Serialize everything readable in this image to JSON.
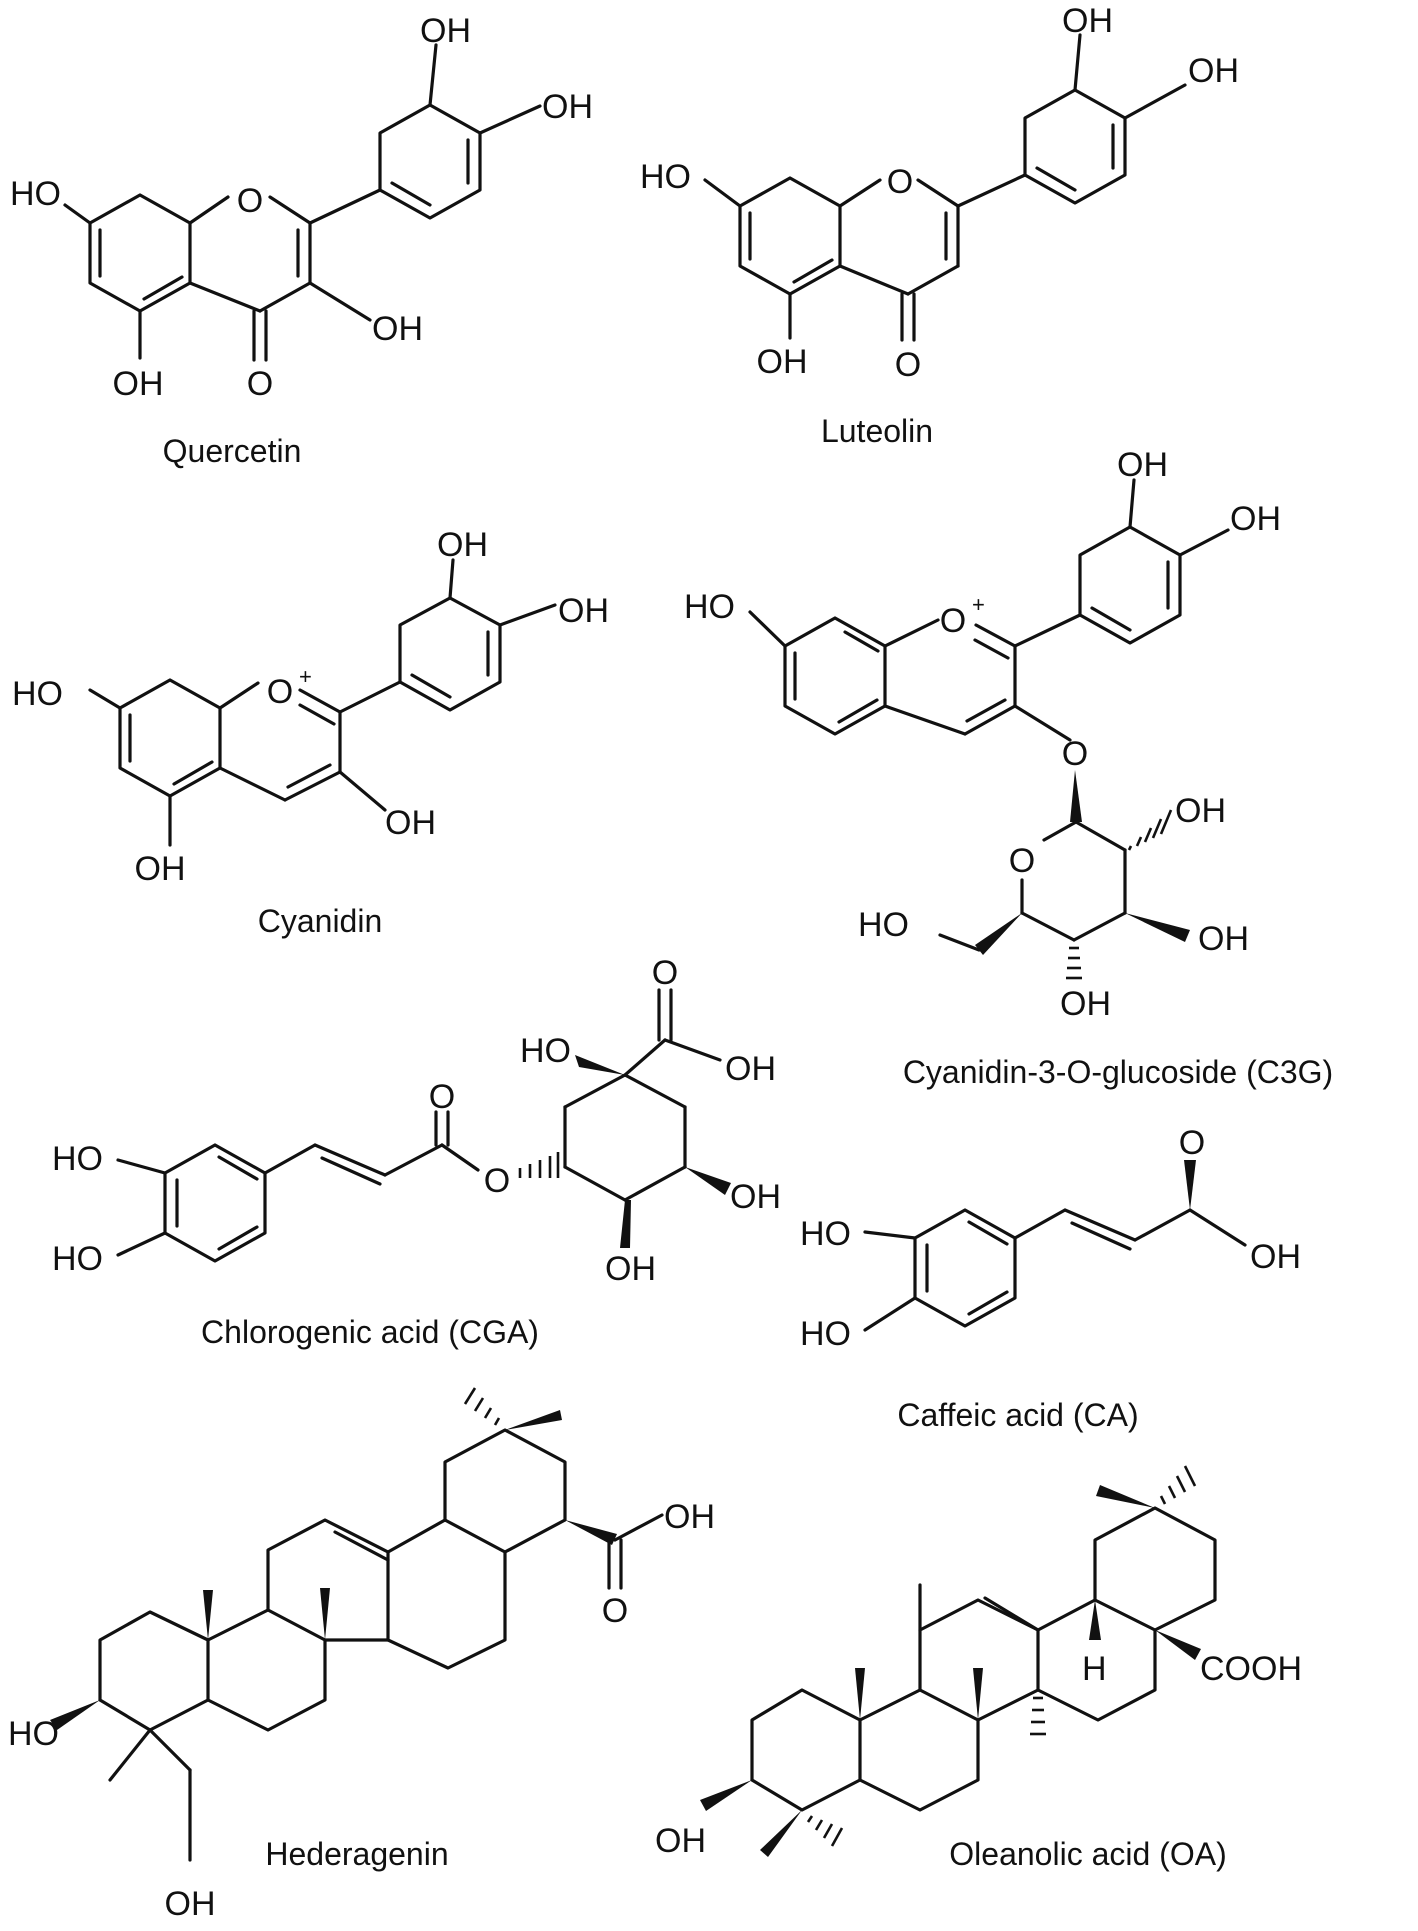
{
  "atom_labels": {
    "oh": "OH",
    "ho": "HO",
    "o": "O",
    "o_plus": "O",
    "plus": "+",
    "h": "H",
    "cooh": "COOH"
  },
  "compounds": [
    {
      "name": "Quercetin"
    },
    {
      "name": "Luteolin"
    },
    {
      "name": "Cyanidin"
    },
    {
      "name": "Cyanidin-3-O-glucoside (C3G)"
    },
    {
      "name": "Chlorogenic acid (CGA)"
    },
    {
      "name": "Caffeic acid (CA)"
    },
    {
      "name": "Hederagenin"
    },
    {
      "name": "Oleanolic acid (OA)"
    }
  ]
}
